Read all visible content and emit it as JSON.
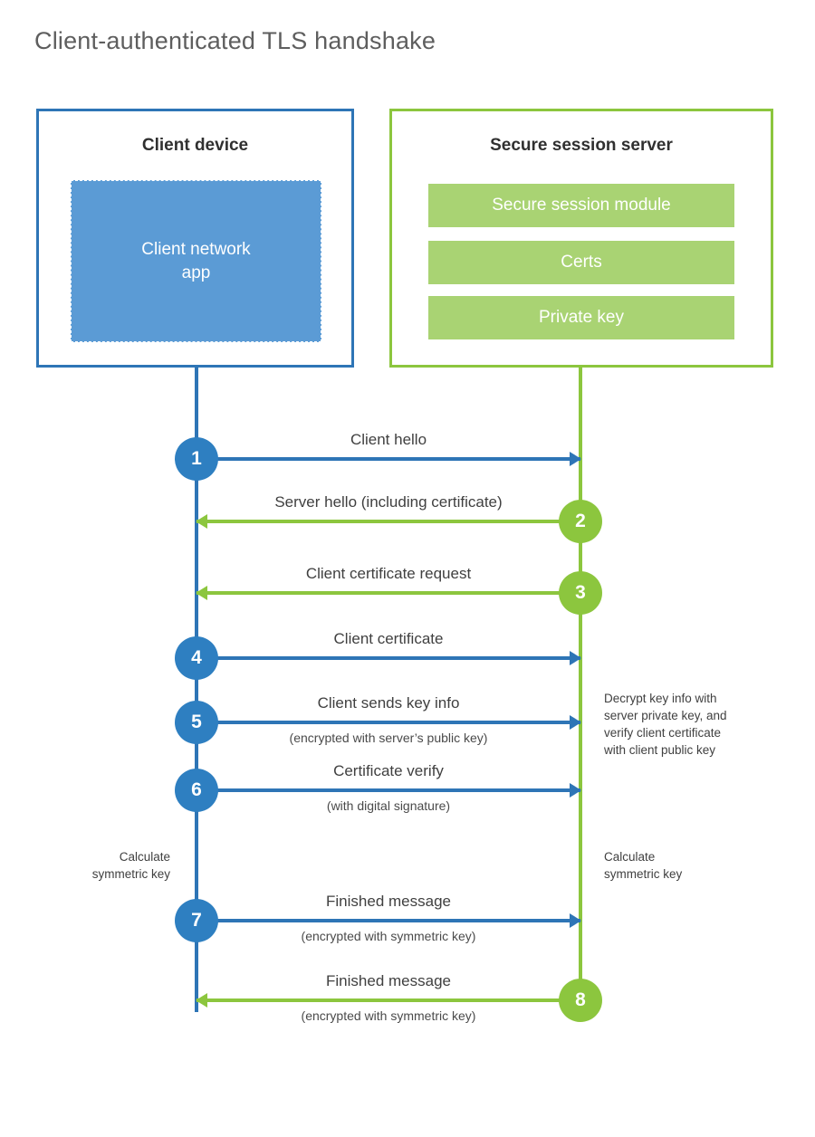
{
  "title": "Client-authenticated TLS handshake",
  "actors": {
    "client": {
      "title": "Client device",
      "app_label": "Client network\napp",
      "border_color": "#2e75b6",
      "app_fill_color": "#5b9bd5"
    },
    "server": {
      "title": "Secure session server",
      "border_color": "#8cc63e",
      "bar_color": "#a9d373",
      "bars": [
        {
          "label": "Secure session module"
        },
        {
          "label": "Certs"
        },
        {
          "label": "Private key"
        }
      ]
    }
  },
  "steps": [
    {
      "number": "1",
      "direction": "to-server",
      "primary": "Client hello",
      "secondary": ""
    },
    {
      "number": "2",
      "direction": "to-client",
      "primary": "Server hello (including certificate)",
      "secondary": ""
    },
    {
      "number": "3",
      "direction": "to-client",
      "primary": "Client certificate request",
      "secondary": ""
    },
    {
      "number": "4",
      "direction": "to-server",
      "primary": "Client certificate",
      "secondary": ""
    },
    {
      "number": "5",
      "direction": "to-server",
      "primary": "Client sends key info",
      "secondary": "(encrypted with server’s public key)"
    },
    {
      "number": "6",
      "direction": "to-server",
      "primary": "Certificate verify",
      "secondary": "(with digital signature)"
    },
    {
      "number": "7",
      "direction": "to-server",
      "primary": "Finished message",
      "secondary": "(encrypted with symmetric key)"
    },
    {
      "number": "8",
      "direction": "to-client",
      "primary": "Finished message",
      "secondary": "(encrypted with symmetric key)"
    }
  ],
  "notes": {
    "decrypt": "Decrypt key info with\nserver private key, and\nverify client certificate\nwith client public key",
    "calculate_client": "Calculate\nsymmetric key",
    "calculate_server": "Calculate\nsymmetric key"
  },
  "colors": {
    "blue_line": "#2e75b6",
    "blue_circle": "#2e7fc1",
    "green_line": "#8cc63e",
    "green_fill": "#a9d373",
    "title_gray": "#5e5e5e",
    "text_gray": "#404040"
  }
}
